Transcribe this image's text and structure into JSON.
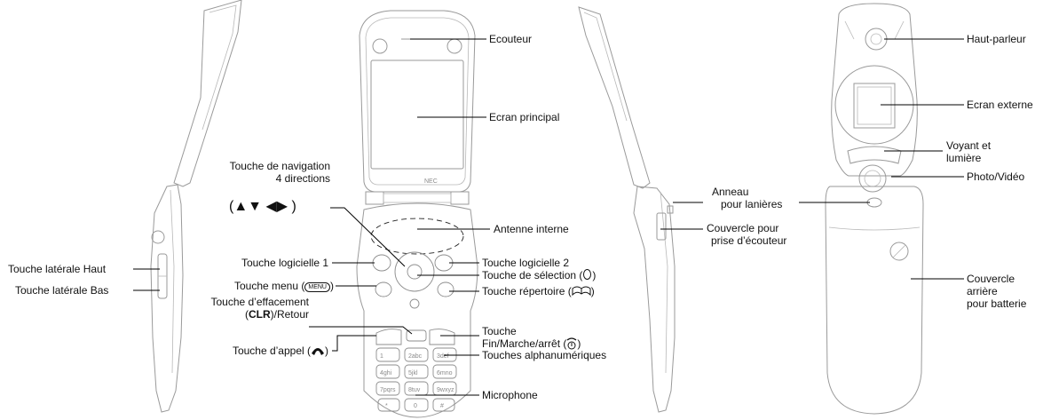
{
  "colors": {
    "outline": "#9a9a9a",
    "leader": "#000000",
    "text": "#111111"
  },
  "labels": {
    "ecouteur": "Ecouteur",
    "ecran_principal": "Ecran principal",
    "nav_line1": "Touche de navigation",
    "nav_line2": "4 directions",
    "nav_arrows": "(▲▼ ◀▶ )",
    "antenne": "Antenne interne",
    "logicielle1": "Touche logicielle 1",
    "logicielle2": "Touche logicielle 2",
    "menu_pre": "Touche menu (",
    "menu_key": "MENU",
    "menu_post": ")",
    "selection": "Touche de sélection (",
    "selection_post": ")",
    "repertoire": "Touche répertoire (",
    "repertoire_post": ")",
    "effacement_line1": "Touche d’effacement",
    "effacement_line2_pre": "(",
    "effacement_clr": "CLR",
    "effacement_line2_post": ")/Retour",
    "appel_pre": "Touche d’appel (",
    "appel_post": ")",
    "fin_line1": "Touche",
    "fin_line2_pre": "Fin/Marche/arrêt (",
    "fin_line2_post": ")",
    "alphanum": "Touches alphanumériques",
    "microphone": "Microphone",
    "lat_haut": "Touche latérale Haut",
    "lat_bas": "Touche latérale Bas",
    "anneau_line1": "Anneau",
    "anneau_line2": "pour lanières",
    "couvercle_prise_line1": "Couvercle pour",
    "couvercle_prise_line2": "prise d’écouteur",
    "haut_parleur": "Haut-parleur",
    "ecran_externe": "Ecran externe",
    "voyant_line1": "Voyant et",
    "voyant_line2": "lumière",
    "photo": "Photo/Vidéo",
    "batterie_line1": "Couvercle",
    "batterie_line2": "arrière",
    "batterie_line3": "pour batterie"
  },
  "brand_mark": "NEC",
  "keypad": [
    "1",
    "2abc",
    "3def",
    "4ghi",
    "5jkl",
    "6mno",
    "7pqrs",
    "8tuv",
    "9wxyz",
    "*",
    "0",
    "#"
  ]
}
